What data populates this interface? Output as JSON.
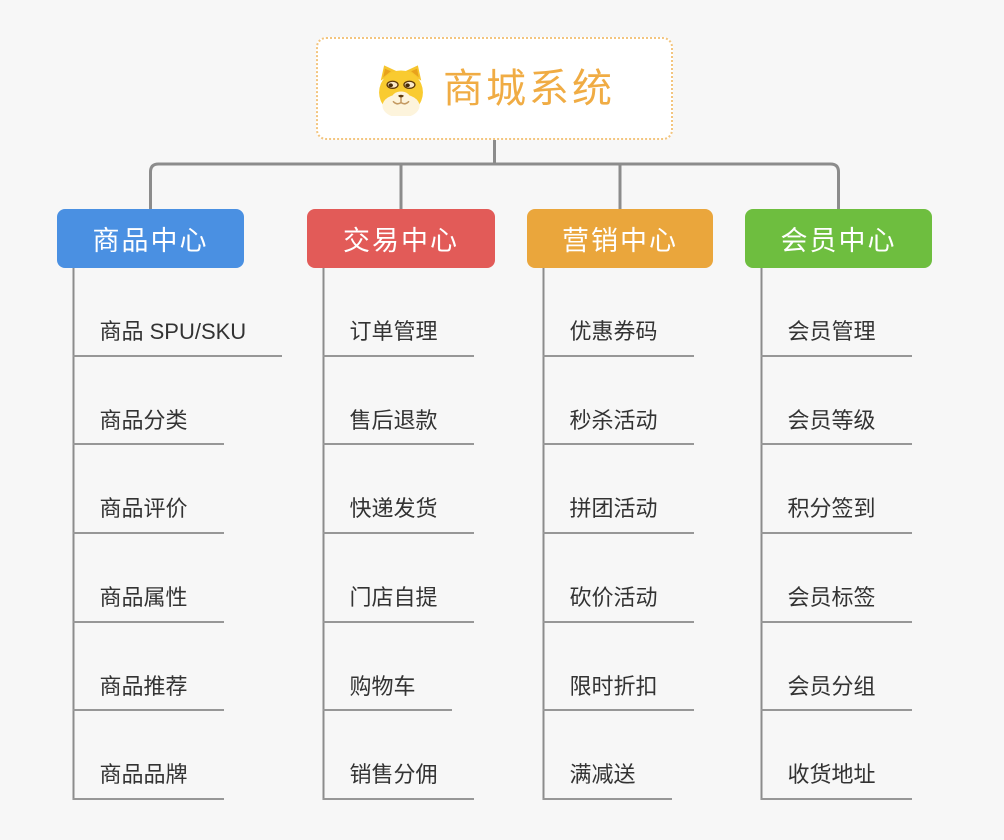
{
  "canvas": {
    "background_color": "#F7F7F7",
    "connector_color": "#8C8C8C",
    "underline_color": "#979797",
    "leaf_text_color": "#333333"
  },
  "root": {
    "title": "商城系统",
    "icon": "doge-icon",
    "text_color": "#F0AC44",
    "border_color": "#F3C57F",
    "background_color": "#FFFFFF"
  },
  "branches": [
    {
      "label": "商品中心",
      "color": "#4A90E2",
      "text_color": "#FFFFFF",
      "children": [
        "商品 SPU/SKU",
        "商品分类",
        "商品评价",
        "商品属性",
        "商品推荐",
        "商品品牌"
      ]
    },
    {
      "label": "交易中心",
      "color": "#E25B58",
      "text_color": "#FFFFFF",
      "children": [
        "订单管理",
        "售后退款",
        "快递发货",
        "门店自提",
        "购物车",
        "销售分佣"
      ]
    },
    {
      "label": "营销中心",
      "color": "#EAA63C",
      "text_color": "#FFFFFF",
      "children": [
        "优惠券码",
        "秒杀活动",
        "拼团活动",
        "砍价活动",
        "限时折扣",
        "满减送"
      ]
    },
    {
      "label": "会员中心",
      "color": "#6EBE3F",
      "text_color": "#FFFFFF",
      "children": [
        "会员管理",
        "会员等级",
        "积分签到",
        "会员标签",
        "会员分组",
        "收货地址"
      ]
    }
  ]
}
